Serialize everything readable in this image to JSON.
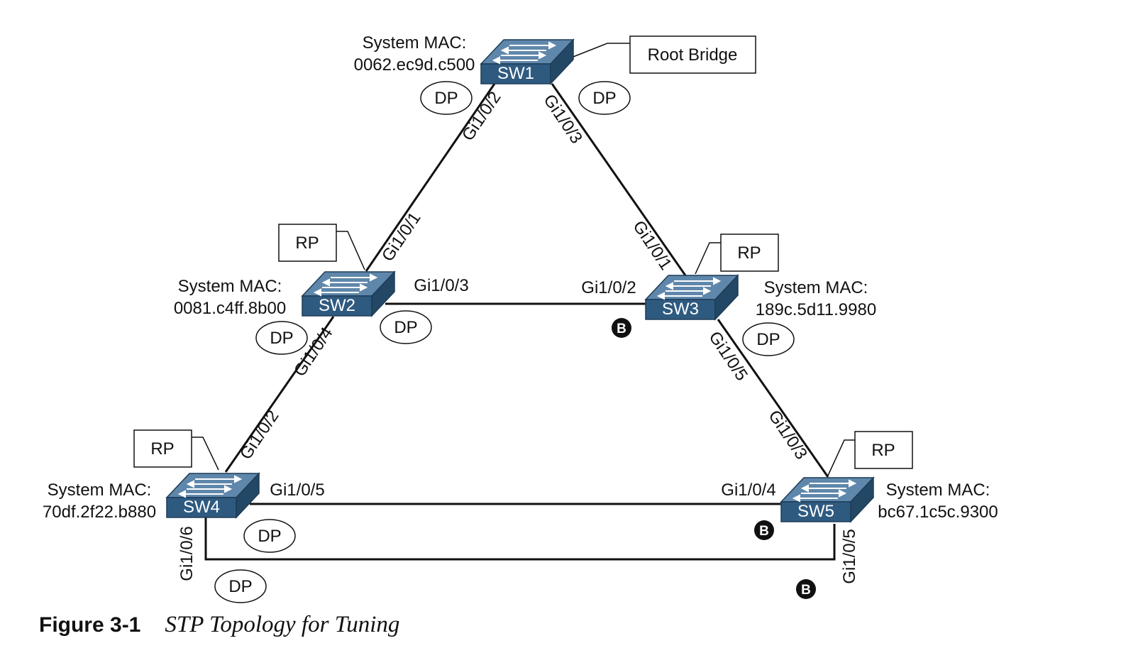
{
  "switches": {
    "sw1": {
      "name": "SW1",
      "mac_label": "System MAC:",
      "mac": "0062.ec9d.c500"
    },
    "sw2": {
      "name": "SW2",
      "mac_label": "System MAC:",
      "mac": "0081.c4ff.8b00"
    },
    "sw3": {
      "name": "SW3",
      "mac_label": "System MAC:",
      "mac": "189c.5d11.9980"
    },
    "sw4": {
      "name": "SW4",
      "mac_label": "System MAC:",
      "mac": "70df.2f22.b880"
    },
    "sw5": {
      "name": "SW5",
      "mac_label": "System MAC:",
      "mac": "bc67.1c5c.9300"
    }
  },
  "callouts": {
    "root_bridge": "Root Bridge",
    "rp": "RP"
  },
  "port_roles": {
    "dp": "DP",
    "blocked": "B"
  },
  "ports": {
    "sw1_sw2": "Gi1/0/2",
    "sw1_sw3": "Gi1/0/3",
    "sw2_sw1": "Gi1/0/1",
    "sw2_sw3": "Gi1/0/3",
    "sw2_sw4": "Gi1/0/4",
    "sw3_sw1": "Gi1/0/1",
    "sw3_sw2": "Gi1/0/2",
    "sw3_sw5": "Gi1/0/5",
    "sw4_sw2": "Gi1/0/2",
    "sw4_sw5": "Gi1/0/5",
    "sw4_sw5b": "Gi1/0/6",
    "sw5_sw3": "Gi1/0/3",
    "sw5_sw4": "Gi1/0/4",
    "sw5_sw4b": "Gi1/0/5"
  },
  "colors": {
    "switch_front": "#2f5a80",
    "switch_top": "#5f87ab",
    "switch_side": "#234866",
    "line": "#111111",
    "blocked_bg": "#111111"
  },
  "figure": {
    "number": "Figure 3-1",
    "title": "STP Topology for Tuning"
  }
}
